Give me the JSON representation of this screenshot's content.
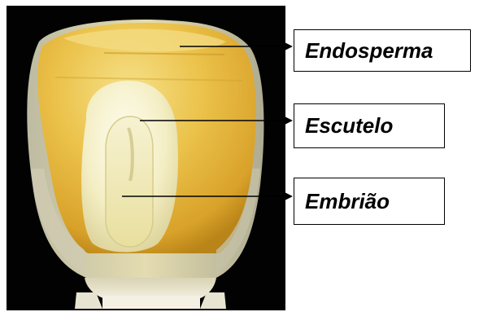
{
  "figure": {
    "labels": [
      {
        "id": "endosperma",
        "text": "Endosperma"
      },
      {
        "id": "escutelo",
        "text": "Escutelo"
      },
      {
        "id": "embriao",
        "text": "Embrião"
      }
    ]
  },
  "colors": {
    "background_photo": "#020202",
    "endosperm_yellow": "#e3b233",
    "endosperm_light": "#f3dd74",
    "scutellum_cream": "#f6f0c6",
    "embryo_cream": "#eee8b4",
    "pericarp_grey": "#c8c4a8",
    "line": "#000000"
  }
}
